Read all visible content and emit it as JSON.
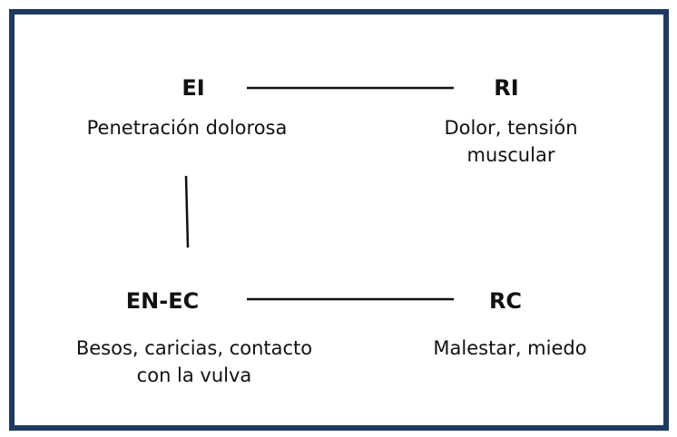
{
  "diagram": {
    "border_color": "#1f3a5f",
    "nodes": {
      "ei": {
        "title": "EI",
        "description_lines": [
          "Penetración dolorosa"
        ]
      },
      "ri": {
        "title": "RI",
        "description_lines": [
          "Dolor, tensión",
          "muscular"
        ]
      },
      "enec": {
        "title": "EN-EC",
        "description_lines": [
          "Besos, caricias, contacto",
          "con la vulva"
        ]
      },
      "rc": {
        "title": "RC",
        "description_lines": [
          "Malestar, miedo"
        ]
      }
    },
    "connections": [
      {
        "from": "EI",
        "to": "RI"
      },
      {
        "from": "EI",
        "to": "EN-EC"
      },
      {
        "from": "EN-EC",
        "to": "RC"
      }
    ]
  }
}
